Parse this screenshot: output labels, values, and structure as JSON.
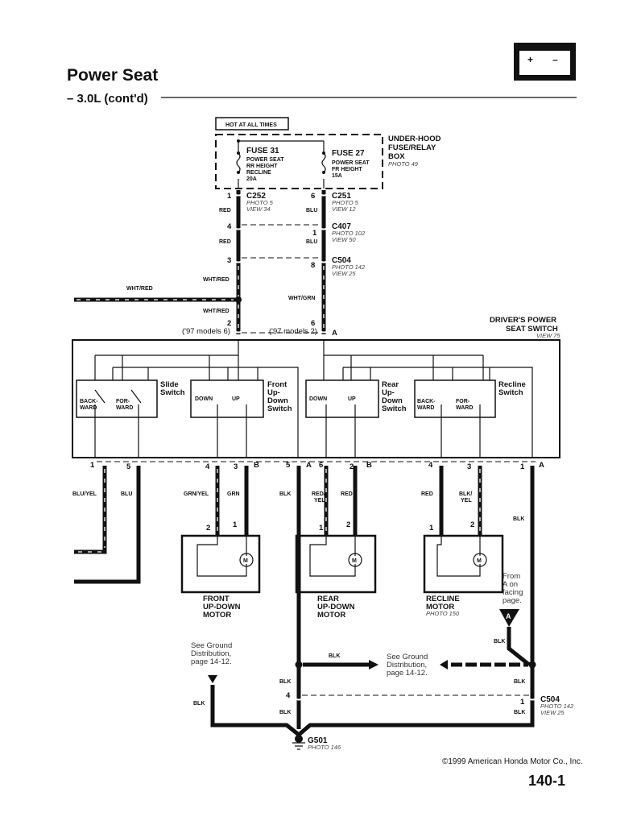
{
  "header": {
    "title": "Power Seat",
    "subtitle": "– 3.0L (cont'd)",
    "battery_icon": "battery-icon",
    "battery_plus": "+",
    "battery_minus": "–"
  },
  "power": {
    "hot_label": "HOT AT ALL TIMES",
    "fuse_box": {
      "line1": "UNDER-HOOD",
      "line2": "FUSE/RELAY",
      "line3": "BOX",
      "photo": "PHOTO 49"
    },
    "fuse31": {
      "name": "FUSE 31",
      "l1": "POWER SEAT",
      "l2": "RR HEIGHT",
      "l3": "RECLINE",
      "rating": "20A"
    },
    "fuse27": {
      "name": "FUSE 27",
      "l1": "POWER SEAT",
      "l2": "FR HEIGHT",
      "rating": "15A"
    }
  },
  "connectors": {
    "c252": {
      "name": "C252",
      "pin": "1",
      "photo": "PHOTO 5",
      "view": "VIEW 34"
    },
    "c251": {
      "name": "C251",
      "pin": "6",
      "photo": "PHOTO 5",
      "view": "VIEW 12"
    },
    "c407": {
      "name": "C407",
      "pin_left": "4",
      "pin_right": "1",
      "photo": "PHOTO 102",
      "view": "VIEW 50"
    },
    "c504": {
      "name": "C504",
      "pin_left": "3",
      "pin_right": "8",
      "photo": "PHOTO 142",
      "view": "VIEW 25"
    },
    "switch_in": {
      "pin_left": "2",
      "note_left": "('97 models 6)",
      "pin_right": "6",
      "note_right": "('97 models 2)",
      "terminal": "A"
    },
    "c504_ground": {
      "name": "C504",
      "pin_left": "4",
      "pin_right": "1",
      "photo": "PHOTO 142",
      "view": "VIEW 25"
    }
  },
  "wires": {
    "red": "RED",
    "blu": "BLU",
    "wht_red": "WHT/RED",
    "wht_grn": "WHT/GRN",
    "blu_yel": "BLU/YEL",
    "grn_yel": "GRN/YEL",
    "grn": "GRN",
    "blk": "BLK",
    "red_yel_1": "RED/",
    "red_yel_2": "YEL",
    "blk_yel_1": "BLK/",
    "blk_yel_2": "YEL"
  },
  "switch_assembly": {
    "l1": "DRIVER'S POWER",
    "l2": "SEAT SWITCH",
    "view": "VIEW 75",
    "slide": {
      "l1": "Slide",
      "l2": "Switch",
      "a1": "BACK-",
      "a2": "WARD",
      "b1": "FOR-",
      "b2": "WARD"
    },
    "front": {
      "l1": "Front",
      "l2": "Up-",
      "l3": "Down",
      "l4": "Switch",
      "a": "DOWN",
      "b": "UP"
    },
    "rear": {
      "l1": "Rear",
      "l2": "Up-",
      "l3": "Down",
      "l4": "Switch",
      "a": "DOWN",
      "b": "UP"
    },
    "recline": {
      "l1": "Recline",
      "l2": "Switch",
      "a1": "BACK-",
      "a2": "WARD",
      "b1": "FOR-",
      "b2": "WARD"
    },
    "pins": [
      "1",
      "5",
      "4",
      "3",
      "B",
      "5",
      "A",
      "6",
      "2",
      "B",
      "4",
      "3",
      "1",
      "A"
    ]
  },
  "motors": {
    "front": {
      "l1": "FRONT",
      "l2": "UP-DOWN",
      "l3": "MOTOR",
      "p1": "2",
      "p2": "1",
      "m": "M"
    },
    "rear": {
      "l1": "REAR",
      "l2": "UP-DOWN",
      "l3": "MOTOR",
      "p1": "1",
      "p2": "2",
      "m": "M"
    },
    "recline": {
      "l1": "RECLINE",
      "l2": "MOTOR",
      "photo": "PHOTO 150",
      "p1": "1",
      "p2": "2",
      "m": "M"
    }
  },
  "ground": {
    "from_a": [
      "From",
      "A on",
      "facing",
      "page."
    ],
    "from_a_letter": "A",
    "see1": [
      "See Ground",
      "Distribution,",
      "page 14-12."
    ],
    "see2": [
      "See Ground",
      "Distribution,",
      "page 14-12."
    ],
    "g501": "G501",
    "g501_photo": "PHOTO 146"
  },
  "footer": {
    "copyright": "©1999 American Honda Motor Co., Inc.",
    "page": "140-1"
  }
}
